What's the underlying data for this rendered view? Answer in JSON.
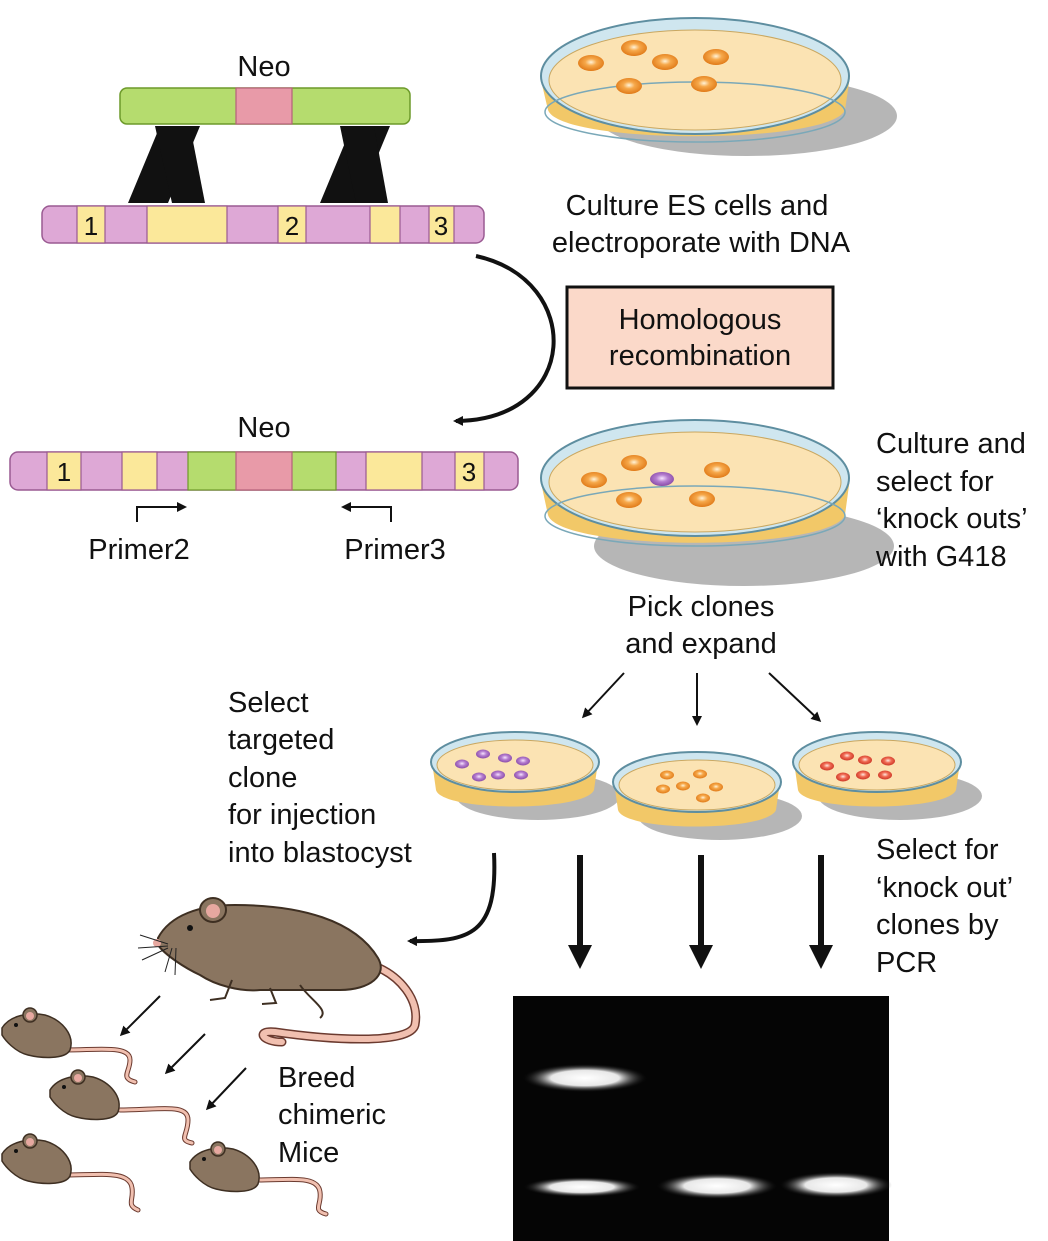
{
  "labels": {
    "neo_top": "Neo",
    "neo_bottom": "Neo",
    "exon_1": "1",
    "exon_2": "2",
    "exon_3": "3",
    "exon_1b": "1",
    "exon_3b": "3",
    "primer2": "Primer2",
    "primer3": "Primer3",
    "culture_line1": "Culture ES cells and",
    "culture_line2": "electroporate with DNA",
    "homologous_line1": "Homologous",
    "homologous_line2": "recombination",
    "select_culture_line1": "Culture and",
    "select_culture_line2": "select for",
    "select_culture_line3": "‘knock outs’",
    "select_culture_line4": "with G418",
    "pick_line1": "Pick clones",
    "pick_line2": "and expand",
    "targeted_line1": "Select",
    "targeted_line2": "targeted",
    "targeted_line3": "clone",
    "targeted_line4": "for injection",
    "targeted_line5": "into blastocyst",
    "pcr_line1": "Select for",
    "pcr_line2": "‘knock out’",
    "pcr_line3": "clones by",
    "pcr_line4": "PCR",
    "breed_line1": "Breed",
    "breed_line2": "chimeric",
    "breed_line3": "Mice"
  },
  "colors": {
    "green": "#b5dc6e",
    "pink": "#e89aa8",
    "magenta": "#dea8d6",
    "yellow": "#fbe89a",
    "dish": "#fbe3b3",
    "colony_orange": "#ef8c2a",
    "colony_purple": "#9a5fb6",
    "colony_red": "#e0483a",
    "mouse": "#8a7560",
    "tail": "#f1c0b0",
    "box_fill": "#fbd9c9"
  }
}
